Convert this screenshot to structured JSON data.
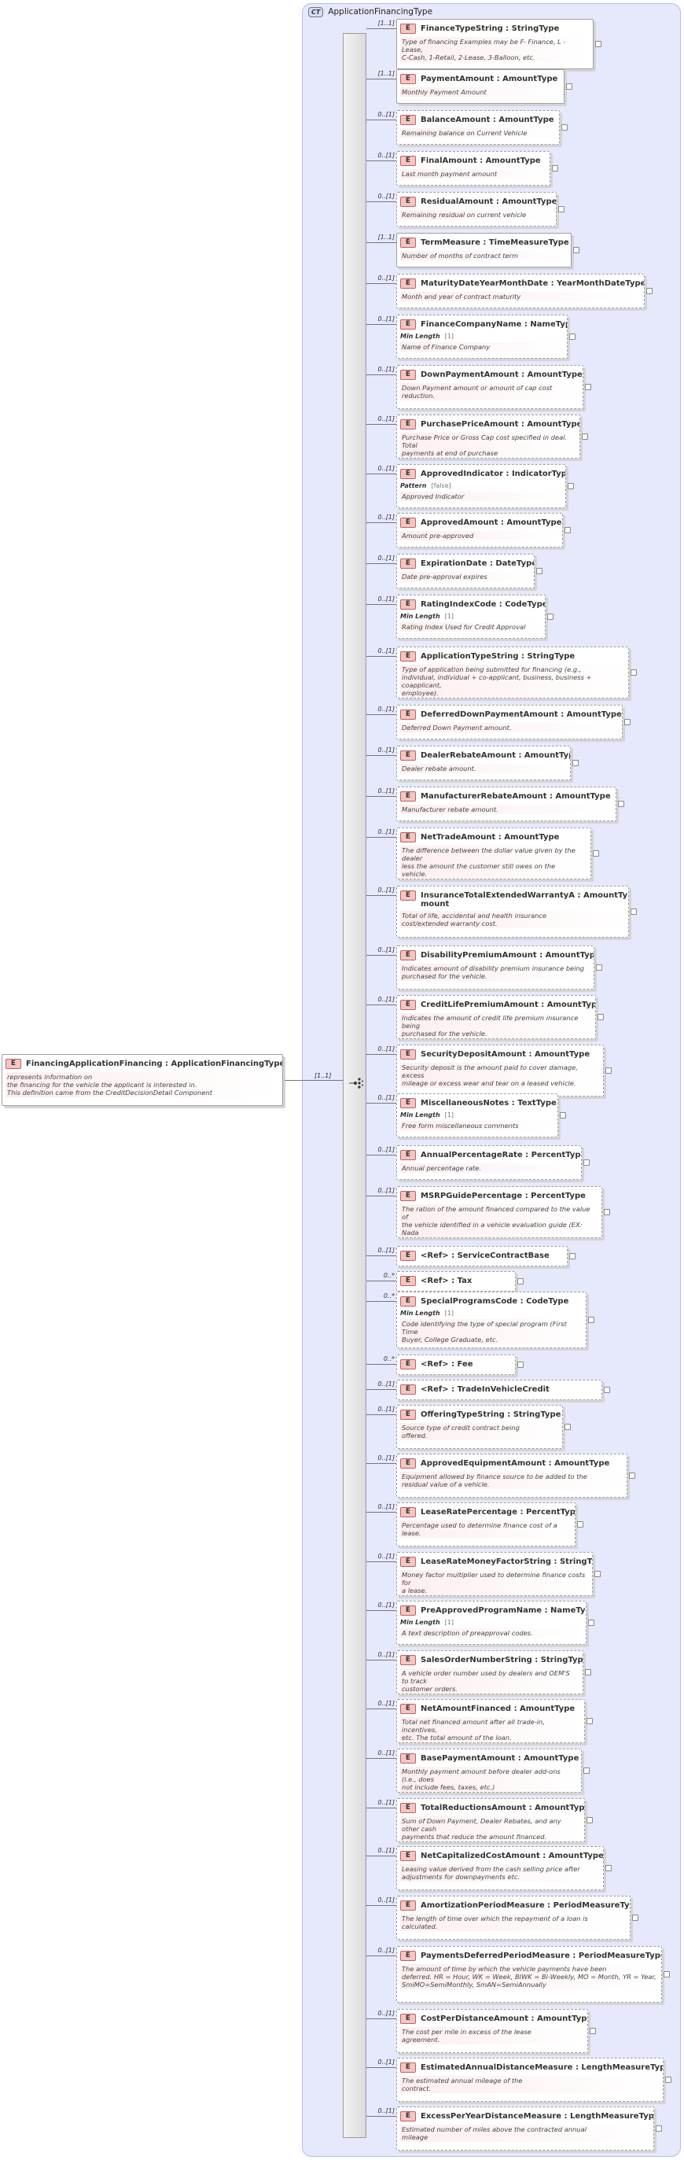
{
  "complex_type": {
    "badge": "CT",
    "name": "ApplicationFinancingType"
  },
  "root": {
    "badge": "E",
    "name": "FinancingApplicationFinancing : ApplicationFinancingType",
    "doc": "represents information on\n          the financing for the vehicle the applicant is interested in.\nThis definition came from the CreditDecisionDetail Component",
    "sequence_cardinality": "[1..1]"
  },
  "elements": [
    {
      "name": "FinanceTypeString : StringType",
      "card": "[1..1]",
      "optional": false,
      "doc": "Type of financing Examples may be F- Finance, L - Lease,\nC-Cash, 1-Retail, 2-Lease, 3-Balloon, etc."
    },
    {
      "name": "PaymentAmount : AmountType",
      "card": "[1..1]",
      "optional": false,
      "doc": "Monthly Payment Amount"
    },
    {
      "name": "BalanceAmount : AmountType",
      "card": "0..[1]",
      "optional": true,
      "doc": "Remaining balance on Current Vehicle"
    },
    {
      "name": "FinalAmount : AmountType",
      "card": "0..[1]",
      "optional": true,
      "doc": "Last month payment amount"
    },
    {
      "name": "ResidualAmount : AmountType",
      "card": "0..[1]",
      "optional": true,
      "doc": "Remaining residual on current vehicle"
    },
    {
      "name": "TermMeasure : TimeMeasureType",
      "card": "[1..1]",
      "optional": false,
      "doc": "Number of months of contract term"
    },
    {
      "name": "MaturityDateYearMonthDate : YearMonthDateType",
      "card": "0..[1]",
      "optional": true,
      "doc": "Month and year of contract maturity"
    },
    {
      "name": "FinanceCompanyName : NameType",
      "card": "0..[1]",
      "optional": true,
      "facet": {
        "label": "Min Length",
        "value": "[1]"
      },
      "doc": "Name of Finance Company"
    },
    {
      "name": "DownPaymentAmount : AmountType",
      "card": "0..[1]",
      "optional": true,
      "doc": "Down Payment amount or amount of cap cost\nreduction."
    },
    {
      "name": "PurchasePriceAmount : AmountType",
      "card": "0..[1]",
      "optional": true,
      "doc": "Purchase Price or Gross Cap cost specified in deal. Total\npayments at end of purchase"
    },
    {
      "name": "ApprovedIndicator : IndicatorType",
      "card": "0..[1]",
      "optional": true,
      "facet": {
        "label": "Pattern",
        "value": "[false]"
      },
      "doc": "Approved Indicator"
    },
    {
      "name": "ApprovedAmount : AmountType",
      "card": "0..[1]",
      "optional": true,
      "doc": "Amount pre-approved"
    },
    {
      "name": "ExpirationDate : DateType",
      "card": "0..[1]",
      "optional": true,
      "doc": "Date pre-approval expires"
    },
    {
      "name": "RatingIndexCode : CodeType",
      "card": "0..[1]",
      "optional": true,
      "facet": {
        "label": "Min Length",
        "value": "[1]"
      },
      "doc": "Rating Index Used for Credit Approval"
    },
    {
      "name": "ApplicationTypeString : StringType",
      "card": "0..[1]",
      "optional": true,
      "doc": "Type of application being submitted for financing (e.g.,\nindividual, individual + co-applicant, business, business + coapplicant,\nemployee)."
    },
    {
      "name": "DeferredDownPaymentAmount : AmountType",
      "card": "0..[1]",
      "optional": true,
      "doc": "Deferred Down Payment amount."
    },
    {
      "name": "DealerRebateAmount : AmountType",
      "card": "0..[1]",
      "optional": true,
      "doc": "Dealer rebate amount."
    },
    {
      "name": "ManufacturerRebateAmount : AmountType",
      "card": "0..[1]",
      "optional": true,
      "doc": "Manufacturer rebate amount."
    },
    {
      "name": "NetTradeAmount : AmountType",
      "card": "0..[1]",
      "optional": true,
      "doc": "The difference between the dollar value given by the dealer\n     less the amount the customer still owes on the\nvehicle."
    },
    {
      "name": "InsuranceTotalExtendedWarrantyA : AmountType\nmount",
      "card": "0..[1]",
      "optional": true,
      "doc": "Total of life, accidental and health insurance\ncost/extended warranty cost."
    },
    {
      "name": "DisabilityPremiumAmount : AmountType",
      "card": "0..[1]",
      "optional": true,
      "doc": "Indicates amount of disability premium insurance being\npurchased for the vehicle."
    },
    {
      "name": "CreditLifePremiumAmount : AmountType",
      "card": "0..[1]",
      "optional": true,
      "doc": "Indicates the amount of credit life premium insurance being\npurchased for the vehicle."
    },
    {
      "name": "SecurityDepositAmount : AmountType",
      "card": "0..[1]",
      "optional": true,
      "doc": "Security deposit is the amount paid to cover damage, excess\nmileage or excess wear and tear on a leased vehicle."
    },
    {
      "name": "MiscellaneousNotes : TextType",
      "card": "0..[1]",
      "optional": true,
      "facet": {
        "label": "Min Length",
        "value": "[1]"
      },
      "doc": "Free form miscellaneous comments"
    },
    {
      "name": "AnnualPercentageRate : PercentType",
      "card": "0..[1]",
      "optional": true,
      "doc": "Annual percentage rate."
    },
    {
      "name": "MSRPGuidePercentage : PercentType",
      "card": "0..[1]",
      "optional": true,
      "doc": "The ration of the amount financed compared to the value of\n     the vehicle identified in a vehicle evaluation guide (EX: Nada\nGuide)."
    },
    {
      "name": "<Ref>     : ServiceContractBase",
      "card": "0..[1]",
      "optional": true,
      "ref": true
    },
    {
      "name": "<Ref>     : Tax",
      "card": "0..*",
      "optional": true,
      "ref": true
    },
    {
      "name": "SpecialProgramsCode : CodeType",
      "card": "0..*",
      "optional": true,
      "facet": {
        "label": "Min Length",
        "value": "[1]"
      },
      "doc": "Code identifying the type of special program (First Time\nBuyer, College Graduate, etc."
    },
    {
      "name": "<Ref>     : Fee",
      "card": "0..*",
      "optional": true,
      "ref": true
    },
    {
      "name": "<Ref>     : TradeInVehicleCredit",
      "card": "0..[1]",
      "optional": true,
      "ref": true
    },
    {
      "name": "OfferingTypeString : StringType",
      "card": "0..[1]",
      "optional": true,
      "doc": "Source type of credit contract being\noffered."
    },
    {
      "name": "ApprovedEquipmentAmount : AmountType",
      "card": "0..[1]",
      "optional": true,
      "doc": "Equipment allowed by finance source to be added to the\nresidual value of a vehicle."
    },
    {
      "name": "LeaseRatePercentage : PercentType",
      "card": "0..[1]",
      "optional": true,
      "doc": "Percentage used to determine finance cost of a\nlease."
    },
    {
      "name": "LeaseRateMoneyFactorString : StringType",
      "card": "0..[1]",
      "optional": true,
      "doc": "Money factor multiplier used to determine finance costs for\na lease."
    },
    {
      "name": "PreApprovedProgramName : NameType",
      "card": "0..[1]",
      "optional": true,
      "facet": {
        "label": "Min Length",
        "value": "[1]"
      },
      "doc": "A text description of preapproval codes."
    },
    {
      "name": "SalesOrderNumberString : StringType",
      "card": "0..[1]",
      "optional": true,
      "doc": "A vehicle order number used by dealers and OEM'S to track\ncustomer orders."
    },
    {
      "name": "NetAmountFinanced : AmountType",
      "card": "0..[1]",
      "optional": true,
      "doc": "Total net financed amount after all trade-in, incentives,\netc. The total amount of the loan."
    },
    {
      "name": "BasePaymentAmount : AmountType",
      "card": "0..[1]",
      "optional": true,
      "doc": "Monthly payment amount before dealer add-ons (i.e., does\nnot include fees, taxes, etc.)"
    },
    {
      "name": "TotalReductionsAmount : AmountType",
      "card": "0..[1]",
      "optional": true,
      "doc": "Sum of Down Payment, Dealer Rebates, and any other cash\npayments that reduce the amount financed."
    },
    {
      "name": "NetCapitalizedCostAmount : AmountType",
      "card": "0..[1]",
      "optional": true,
      "doc": "Leasing value derived from the cash selling price after\nadjustments for downpayments etc."
    },
    {
      "name": "AmortizationPeriodMeasure : PeriodMeasureType",
      "card": "0..[1]",
      "optional": true,
      "doc": "The length of time over which the repayment of a loan is\ncalculated."
    },
    {
      "name": "PaymentsDeferredPeriodMeasure : PeriodMeasureType",
      "card": "0..[1]",
      "optional": true,
      "doc": "The amount of time by which the vehicle payments have been\ndeferred. HR = Hour, WK = Week, BIWK = Bi-Weekly, MO = Month, YR = Year,\nSmiMO=SemiMonthly, SmAN=SemiAnnually"
    },
    {
      "name": "CostPerDistanceAmount : AmountType",
      "card": "0..[1]",
      "optional": true,
      "doc": "The cost per mile in excess of the lease\nagreement."
    },
    {
      "name": "EstimatedAnnualDistanceMeasure : LengthMeasureType",
      "card": "0..[1]",
      "optional": true,
      "doc": "The estimated annual mileage of the\ncontract."
    },
    {
      "name": "ExcessPerYearDistanceMeasure : LengthMeasureType",
      "card": "0..[1]",
      "optional": true,
      "doc": "Estimated number of miles above the contracted annual\nmileage"
    }
  ]
}
